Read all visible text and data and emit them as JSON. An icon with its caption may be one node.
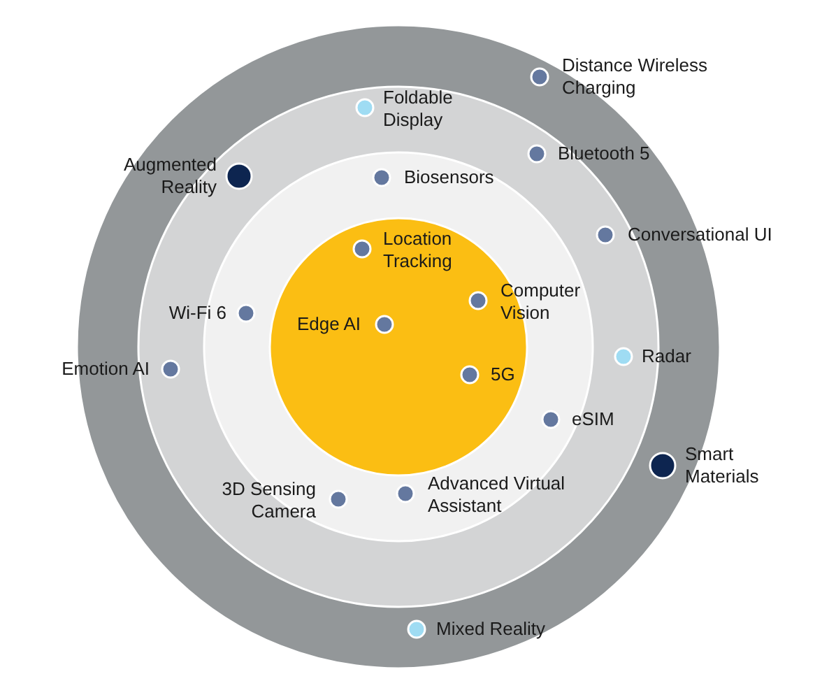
{
  "diagram": {
    "labels": [
      "Distance Wireless Charging",
      "Foldable Display",
      "Bluetooth 5",
      "Augmented Reality",
      "Biosensors",
      "Conversational UI",
      "Location Tracking",
      "Computer Vision",
      "Wi-Fi 6",
      "Edge AI",
      "Radar",
      "Emotion AI",
      "5G",
      "eSIM",
      "Smart Materials",
      "3D Sensing Camera",
      "Advanced Virtual Assistant",
      "Mixed Reality"
    ]
  }
}
